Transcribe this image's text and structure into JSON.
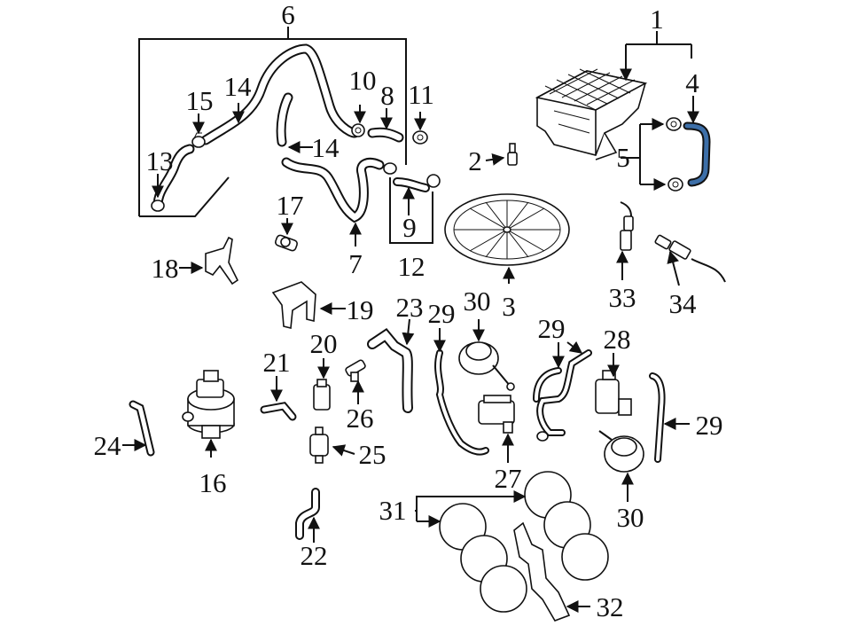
{
  "diagram": {
    "colors": {
      "line": "#111111",
      "highlight": "#3d6fa8",
      "background": "#ffffff"
    },
    "callouts": [
      {
        "id": "c1",
        "label": "1"
      },
      {
        "id": "c2",
        "label": "2"
      },
      {
        "id": "c3",
        "label": "3"
      },
      {
        "id": "c4",
        "label": "4"
      },
      {
        "id": "c5",
        "label": "5"
      },
      {
        "id": "c6",
        "label": "6"
      },
      {
        "id": "c7",
        "label": "7"
      },
      {
        "id": "c8",
        "label": "8"
      },
      {
        "id": "c9",
        "label": "9"
      },
      {
        "id": "c10",
        "label": "10"
      },
      {
        "id": "c11",
        "label": "11"
      },
      {
        "id": "c12",
        "label": "12"
      },
      {
        "id": "c13",
        "label": "13"
      },
      {
        "id": "c14a",
        "label": "14"
      },
      {
        "id": "c14b",
        "label": "14"
      },
      {
        "id": "c15",
        "label": "15"
      },
      {
        "id": "c16",
        "label": "16"
      },
      {
        "id": "c17",
        "label": "17"
      },
      {
        "id": "c18",
        "label": "18"
      },
      {
        "id": "c19",
        "label": "19"
      },
      {
        "id": "c20",
        "label": "20"
      },
      {
        "id": "c21",
        "label": "21"
      },
      {
        "id": "c22",
        "label": "22"
      },
      {
        "id": "c23",
        "label": "23"
      },
      {
        "id": "c24",
        "label": "24"
      },
      {
        "id": "c25",
        "label": "25"
      },
      {
        "id": "c26",
        "label": "26"
      },
      {
        "id": "c27",
        "label": "27"
      },
      {
        "id": "c28",
        "label": "28"
      },
      {
        "id": "c29a",
        "label": "29"
      },
      {
        "id": "c29b",
        "label": "29"
      },
      {
        "id": "c29c",
        "label": "29"
      },
      {
        "id": "c30a",
        "label": "30"
      },
      {
        "id": "c30b",
        "label": "30"
      },
      {
        "id": "c31",
        "label": "31"
      },
      {
        "id": "c32",
        "label": "32"
      },
      {
        "id": "c33",
        "label": "33"
      },
      {
        "id": "c34",
        "label": "34"
      }
    ]
  }
}
